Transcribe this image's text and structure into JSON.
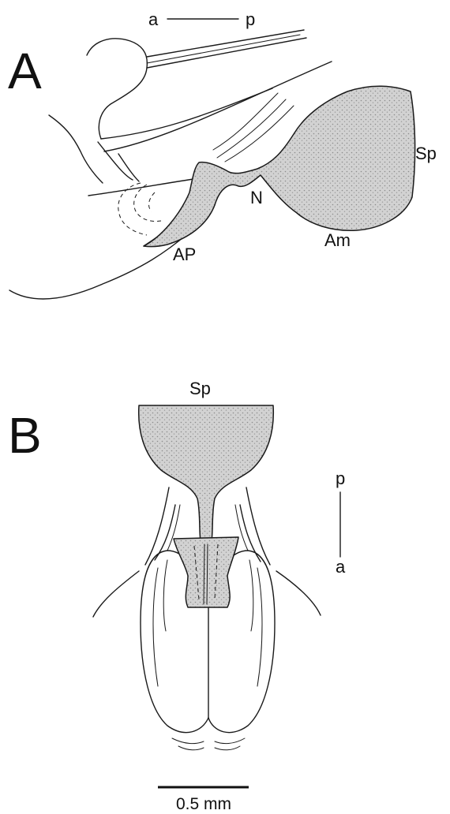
{
  "panel_a": {
    "letter": "A",
    "axis": {
      "left": "a",
      "right": "p"
    },
    "labels": {
      "sp": "Sp",
      "n": "N",
      "ap": "AP",
      "am": "Am"
    }
  },
  "panel_b": {
    "letter": "B",
    "axis": {
      "top": "p",
      "bottom": "a"
    },
    "labels": {
      "sp": "Sp"
    }
  },
  "scale_bar": {
    "label": "0.5 mm"
  },
  "colors": {
    "ink": "#1a1a1a",
    "stipple": "#c9c9c9",
    "background": "#ffffff"
  }
}
